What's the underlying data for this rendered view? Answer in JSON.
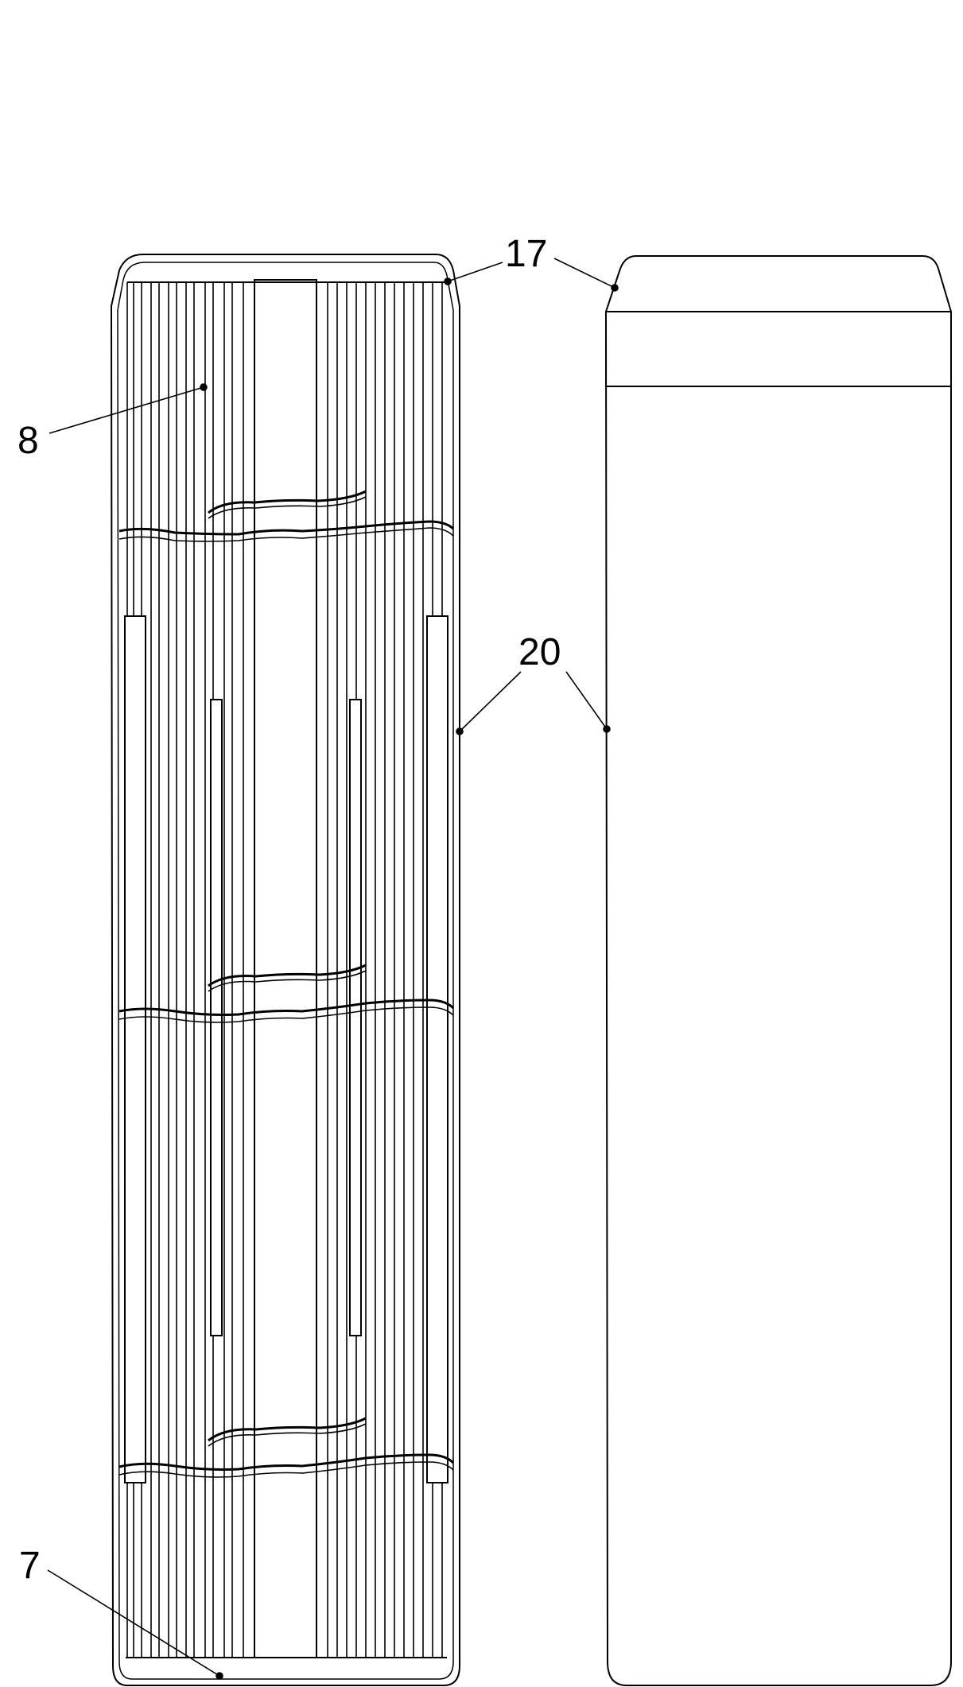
{
  "figure": {
    "reference_labels": {
      "label_17": "17",
      "label_8": "8",
      "label_20": "20",
      "label_7": "7"
    },
    "line_color": "#000000",
    "background_color": "#ffffff"
  }
}
